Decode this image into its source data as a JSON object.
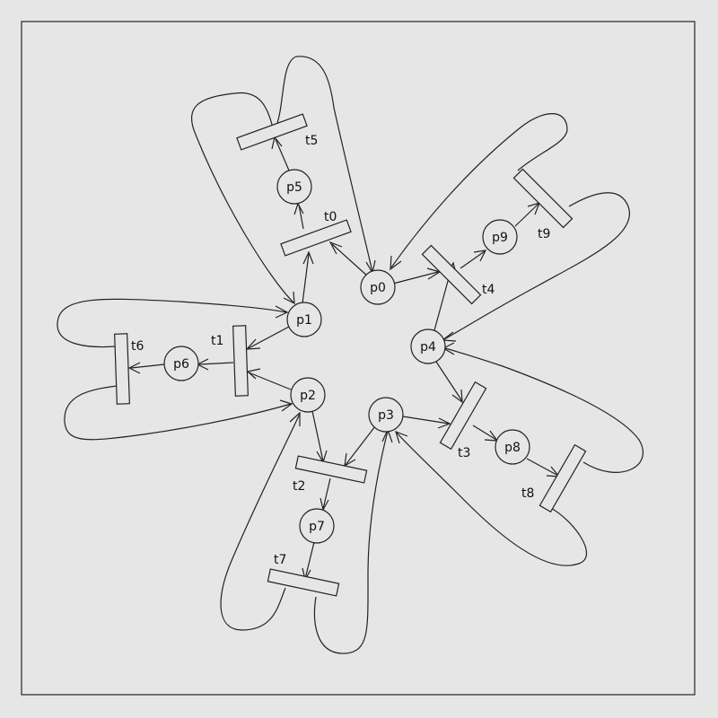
{
  "diagram": {
    "type": "petri-net",
    "places": [
      {
        "id": "p0",
        "label": "p0"
      },
      {
        "id": "p1",
        "label": "p1"
      },
      {
        "id": "p2",
        "label": "p2"
      },
      {
        "id": "p3",
        "label": "p3"
      },
      {
        "id": "p4",
        "label": "p4"
      },
      {
        "id": "p5",
        "label": "p5"
      },
      {
        "id": "p6",
        "label": "p6"
      },
      {
        "id": "p7",
        "label": "p7"
      },
      {
        "id": "p8",
        "label": "p8"
      },
      {
        "id": "p9",
        "label": "p9"
      }
    ],
    "transitions": [
      {
        "id": "t0",
        "label": "t0"
      },
      {
        "id": "t1",
        "label": "t1"
      },
      {
        "id": "t2",
        "label": "t2"
      },
      {
        "id": "t3",
        "label": "t3"
      },
      {
        "id": "t4",
        "label": "t4"
      },
      {
        "id": "t5",
        "label": "t5"
      },
      {
        "id": "t6",
        "label": "t6"
      },
      {
        "id": "t7",
        "label": "t7"
      },
      {
        "id": "t8",
        "label": "t8"
      },
      {
        "id": "t9",
        "label": "t9"
      }
    ],
    "arcs": [
      {
        "from": "p0",
        "to": "t0"
      },
      {
        "from": "p0",
        "to": "t4"
      },
      {
        "from": "t0",
        "to": "p5"
      },
      {
        "from": "p5",
        "to": "t5"
      },
      {
        "from": "t5",
        "to": "p1"
      },
      {
        "from": "p1",
        "to": "t0"
      },
      {
        "from": "p1",
        "to": "t1"
      },
      {
        "from": "p2",
        "to": "t1"
      },
      {
        "from": "t1",
        "to": "p6"
      },
      {
        "from": "p6",
        "to": "t6"
      },
      {
        "from": "t6",
        "to": "p1"
      },
      {
        "from": "t6",
        "to": "p2"
      },
      {
        "from": "p2",
        "to": "t2"
      },
      {
        "from": "p3",
        "to": "t2"
      },
      {
        "from": "t2",
        "to": "p7"
      },
      {
        "from": "p7",
        "to": "t7"
      },
      {
        "from": "t7",
        "to": "p2"
      },
      {
        "from": "t7",
        "to": "p3"
      },
      {
        "from": "p3",
        "to": "t3"
      },
      {
        "from": "p4",
        "to": "t3"
      },
      {
        "from": "t3",
        "to": "p8"
      },
      {
        "from": "p8",
        "to": "t8"
      },
      {
        "from": "t8",
        "to": "p3"
      },
      {
        "from": "t8",
        "to": "p4"
      },
      {
        "from": "p4",
        "to": "t4"
      },
      {
        "from": "t4",
        "to": "p9"
      },
      {
        "from": "p9",
        "to": "t9"
      },
      {
        "from": "t9",
        "to": "p0"
      },
      {
        "from": "t9",
        "to": "p4"
      },
      {
        "from": "t5",
        "to": "p0"
      }
    ]
  }
}
